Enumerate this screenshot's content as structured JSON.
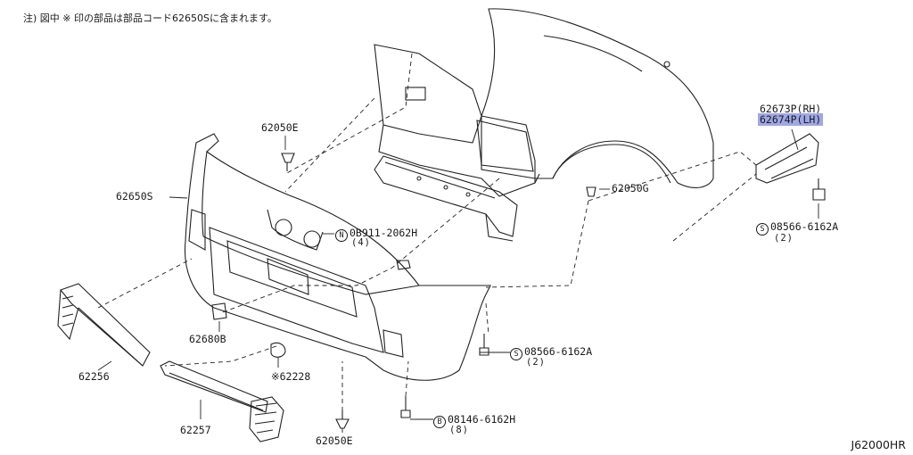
{
  "note": "注) 図中 ※ 印の部品は部品コード62650Sに含まれます。",
  "diagram_code": "J62000HR",
  "highlight_color": "#9fa8e6",
  "labels": {
    "p62050e_top": "62050E",
    "p62650s": "62650S",
    "p62673p": "62673P(RH)",
    "p62674p": "62674P(LH)",
    "p62050g": "62050G",
    "p08566_right_mark": "S",
    "p08566_right": "08566-6162A",
    "p08566_right_qty": "(2)",
    "p0b911_mark": "N",
    "p0b911": "0B911-2062H",
    "p0b911_qty": "(4)",
    "p62680b": "62680B",
    "p08566_mid_mark": "S",
    "p08566_mid": "08566-6162A",
    "p08566_mid_qty": "(2)",
    "p62256": "62256",
    "p62228": "※62228",
    "p62257": "62257",
    "p08146_mark": "B",
    "p08146": "08146-6162H",
    "p08146_qty": "(8)",
    "p62050e_bottom": "62050E"
  }
}
